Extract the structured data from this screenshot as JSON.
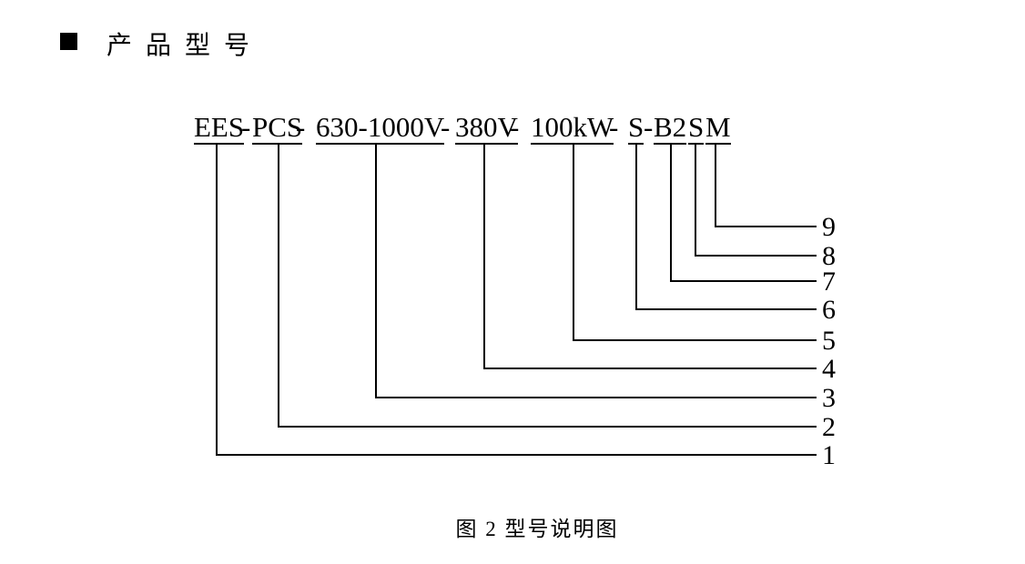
{
  "header": {
    "title": "产品型号"
  },
  "model": {
    "full_code": "EES-PCS-630-1000V-380V-100kW-S-B2SM",
    "separator": "-",
    "segments": [
      {
        "text": "EES",
        "callout": "1"
      },
      {
        "text": "PCS",
        "callout": "2"
      },
      {
        "text": "630-1000V",
        "callout": "3"
      },
      {
        "text": "380V",
        "callout": "4"
      },
      {
        "text": "100kW",
        "callout": "5"
      },
      {
        "text": "S",
        "callout": "6"
      },
      {
        "text": "B2",
        "callout": "7"
      },
      {
        "text": "S",
        "callout": "8"
      },
      {
        "text": "M",
        "callout": "9"
      }
    ]
  },
  "callouts": [
    "1",
    "2",
    "3",
    "4",
    "5",
    "6",
    "7",
    "8",
    "9"
  ],
  "caption": "图 2 型号说明图",
  "colors": {
    "ink": "#000000",
    "background": "#ffffff"
  }
}
